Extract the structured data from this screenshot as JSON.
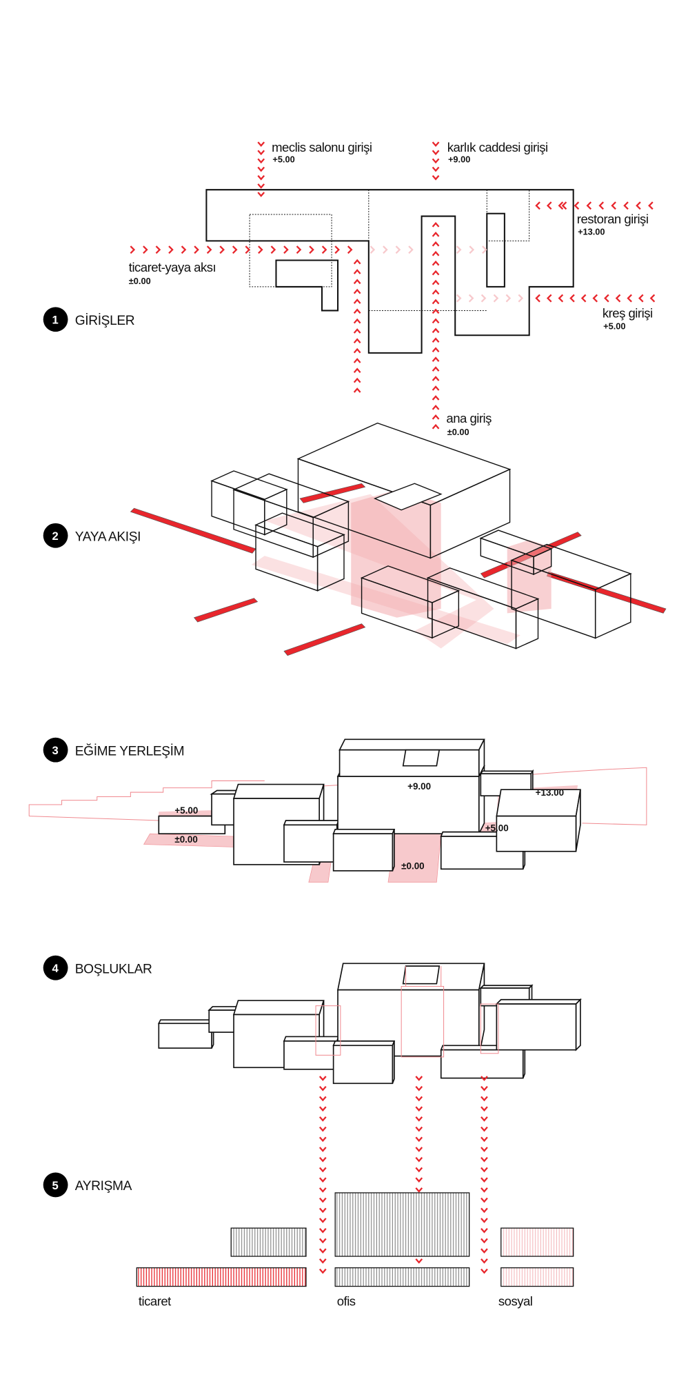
{
  "colors": {
    "accent": "#e8262c",
    "pale_accent": "#f7c9cc",
    "stroke": "#111111"
  },
  "sections": [
    {
      "number": "1",
      "title": "GİRİŞLER"
    },
    {
      "number": "2",
      "title": "YAYA AKIŞI"
    },
    {
      "number": "3",
      "title": "EĞİME YERLEŞİM"
    },
    {
      "number": "4",
      "title": "BOŞLUKLAR"
    },
    {
      "number": "5",
      "title": "AYRIŞMA"
    }
  ],
  "entrances": {
    "meclis": {
      "label": "meclis salonu girişi",
      "level": "+5.00"
    },
    "karlik": {
      "label": "karlık caddesi girişi",
      "level": "+9.00"
    },
    "restoran": {
      "label": "restoran girişi",
      "level": "+13.00"
    },
    "ticaret": {
      "label": "ticaret-yaya aksı",
      "level": "±0.00"
    },
    "kres": {
      "label": "kreş girişi",
      "level": "+5.00"
    },
    "ana": {
      "label": "ana giriş",
      "level": "±0.00"
    }
  },
  "slope_levels": {
    "left_upper": "+5.00",
    "left_lower": "±0.00",
    "center_upper": "+9.00",
    "center_lower": "±0.00",
    "right_upper": "+13.00",
    "right_lower": "+5.00"
  },
  "separation": {
    "ticaret": "ticaret",
    "ofis": "ofis",
    "sosyal": "sosyal"
  }
}
